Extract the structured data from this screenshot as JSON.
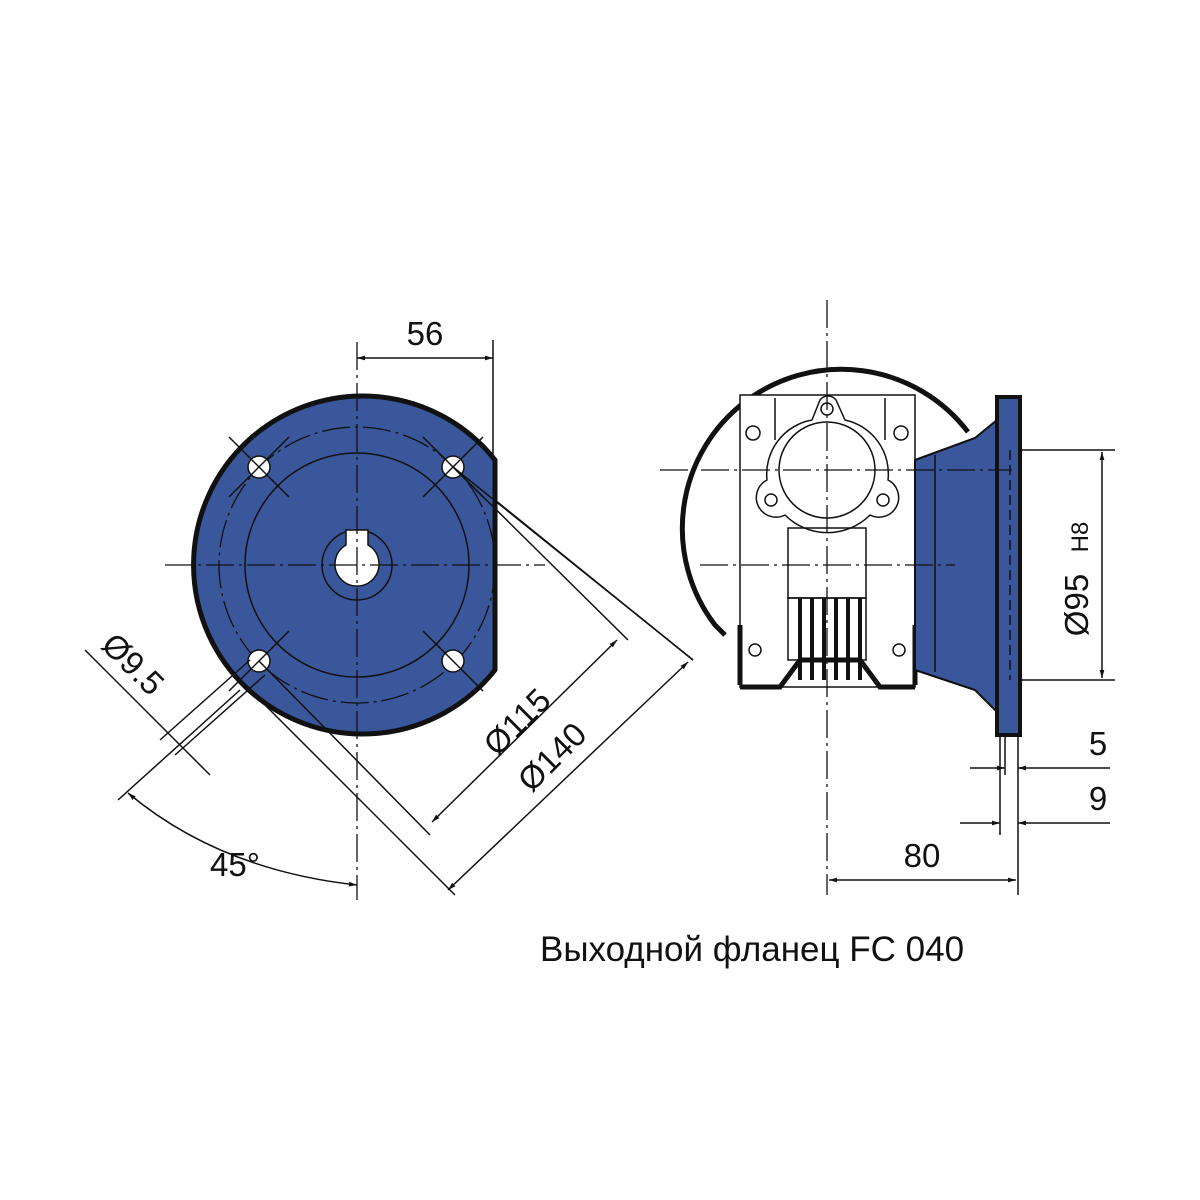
{
  "title": "Выходной фланец FC 040",
  "colors": {
    "body": "#3a579c",
    "line": "#111111"
  },
  "front_view": {
    "dim_offset": "56",
    "dim_hole": "Ø9.5",
    "dim_bolt_circle": "Ø115",
    "dim_outer": "Ø140",
    "dim_angle": "45°"
  },
  "side_view": {
    "dim_pilot": "Ø95",
    "dim_pilot_tol": "H8",
    "dim_5": "5",
    "dim_9": "9",
    "dim_length": "80"
  }
}
